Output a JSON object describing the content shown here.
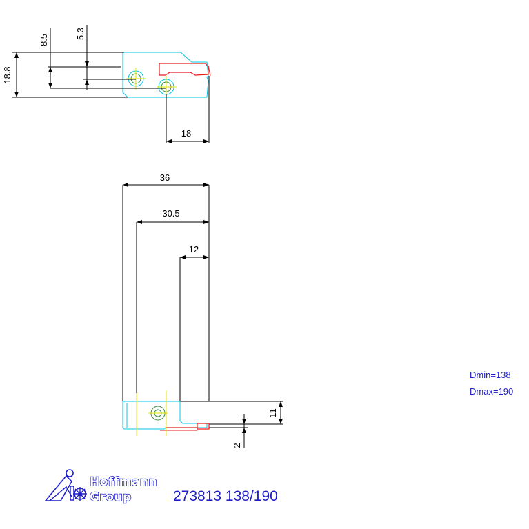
{
  "colors": {
    "body_outline": "#00c8e6",
    "insert_outline": "#e61e1e",
    "dimension": "#000000",
    "centerline": "#e6e600",
    "screw": "#3c8c3c",
    "text_blue": "#2222cc",
    "logo_blue": "#1e1ec8"
  },
  "top_view": {
    "dims": {
      "height_total": "18.8",
      "offset_a": "8.5",
      "offset_b": "5.3",
      "screw_distance": "18"
    }
  },
  "front_view": {
    "dims": {
      "width_total": "36",
      "width_mid": "30.5",
      "width_blade": "12",
      "height_head": "11",
      "depth_cut": "2"
    }
  },
  "diameter_range": {
    "dmin": "Dmin=138",
    "dmax": "Dmax=190"
  },
  "logo": {
    "line1": "Hoffmann",
    "line2": "Group"
  },
  "part_number": "273813 138/190"
}
